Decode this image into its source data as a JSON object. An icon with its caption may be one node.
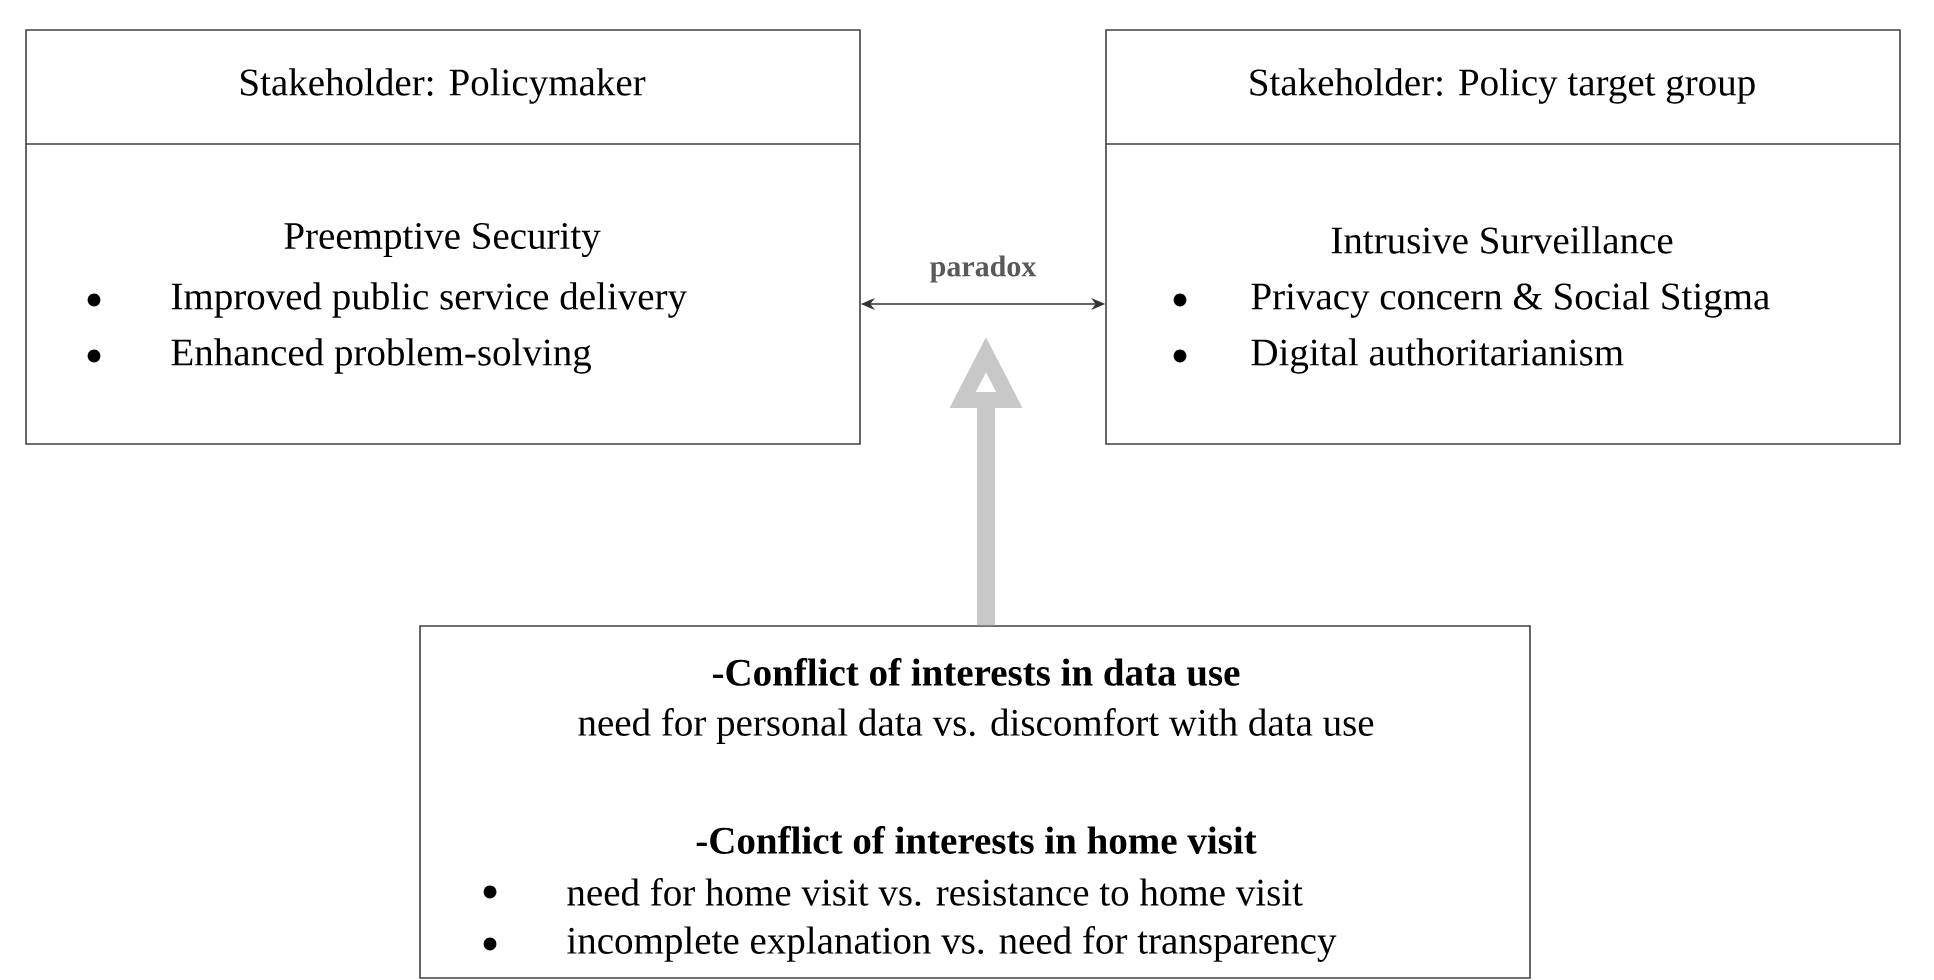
{
  "diagram": {
    "nodes": [
      {
        "text": [
          "Stakeholder: Policymaker",
          "Preemptive Security",
          "Improved public service delivery",
          "Enhanced problem-solving"
        ]
      },
      {
        "text": [
          "Stakeholder: Policy target group",
          "Intrusive Surveillance",
          "Privacy concern & Social Stigma",
          "Digital authoritarianism"
        ]
      },
      {
        "text": [
          "-Conflict of interests in data use",
          "need for personal data vs. discomfort with data use",
          "-Conflict of interests in home visit",
          "need for home visit vs. resistance to home visit",
          "incomplete explanation vs. need for transparency"
        ]
      }
    ],
    "edges": [
      {
        "from": 0,
        "to": 1,
        "arrow": "both",
        "label": "paradox"
      },
      {
        "from": 2,
        "to": null,
        "arrow": "to",
        "style": "thick",
        "color": "#c8c8c8"
      }
    ]
  }
}
